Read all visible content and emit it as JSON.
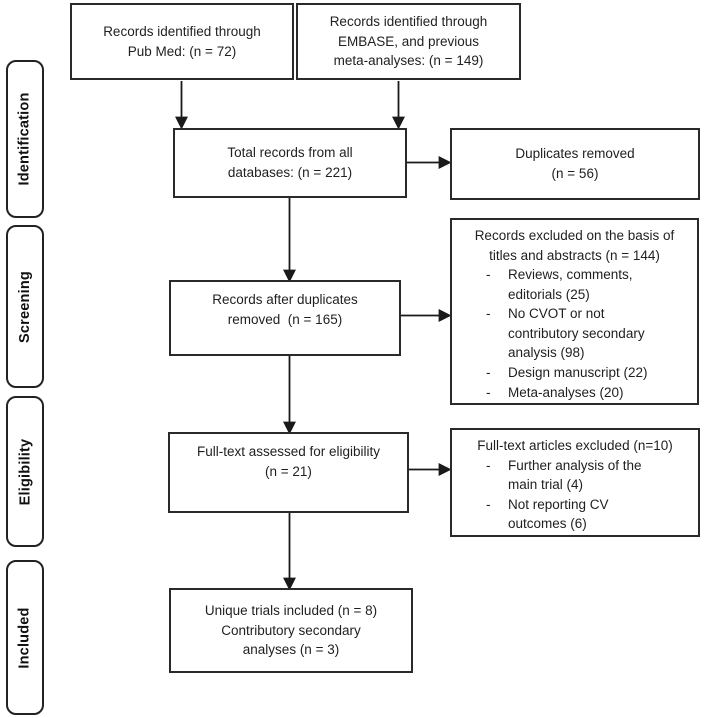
{
  "colors": {
    "border": "#2a2a2a",
    "stage_border": "#222222",
    "text": "#1f1f1f",
    "background": "#ffffff",
    "arrow": "#1a1a1a"
  },
  "sidebar": {
    "stages": [
      {
        "label": "Identification"
      },
      {
        "label": "Screening"
      },
      {
        "label": "Eligibility"
      },
      {
        "label": "Included"
      }
    ]
  },
  "flow": {
    "pubmed": {
      "text": "Records identified through\nPub Med: (n = 72)"
    },
    "embase": {
      "text": "Records identified through\nEMBASE, and previous\nmeta-analyses: (n = 149)"
    },
    "total": {
      "text": "Total records from all\ndatabases: (n = 221)"
    },
    "after_duplicates": {
      "text": "Records after duplicates\nremoved  (n = 165)"
    },
    "fulltext": {
      "text": "Full-text assessed for eligibility\n(n = 21)"
    },
    "included": {
      "text": "Unique trials included (n = 8)\nContributory secondary\nanalyses (n = 3)"
    },
    "duplicates_removed": {
      "text": "Duplicates removed\n(n = 56)"
    },
    "records_excluded": {
      "title": "Records excluded on the basis of\ntitles and abstracts (n = 144)",
      "bullet": "-",
      "items": [
        {
          "text": "Reviews, comments,\neditorials (25)"
        },
        {
          "text": "No CVOT or not\ncontributory secondary\nanalysis (98)"
        },
        {
          "text": "Design manuscript (22)"
        },
        {
          "text": "Meta-analyses (20)"
        }
      ]
    },
    "fulltext_excluded": {
      "title": "Full-text articles excluded (n=10)",
      "bullet": "-",
      "items": [
        {
          "text": "Further analysis of the\nmain trial (4)"
        },
        {
          "text": "Not reporting CV\noutcomes (6)"
        }
      ]
    }
  }
}
